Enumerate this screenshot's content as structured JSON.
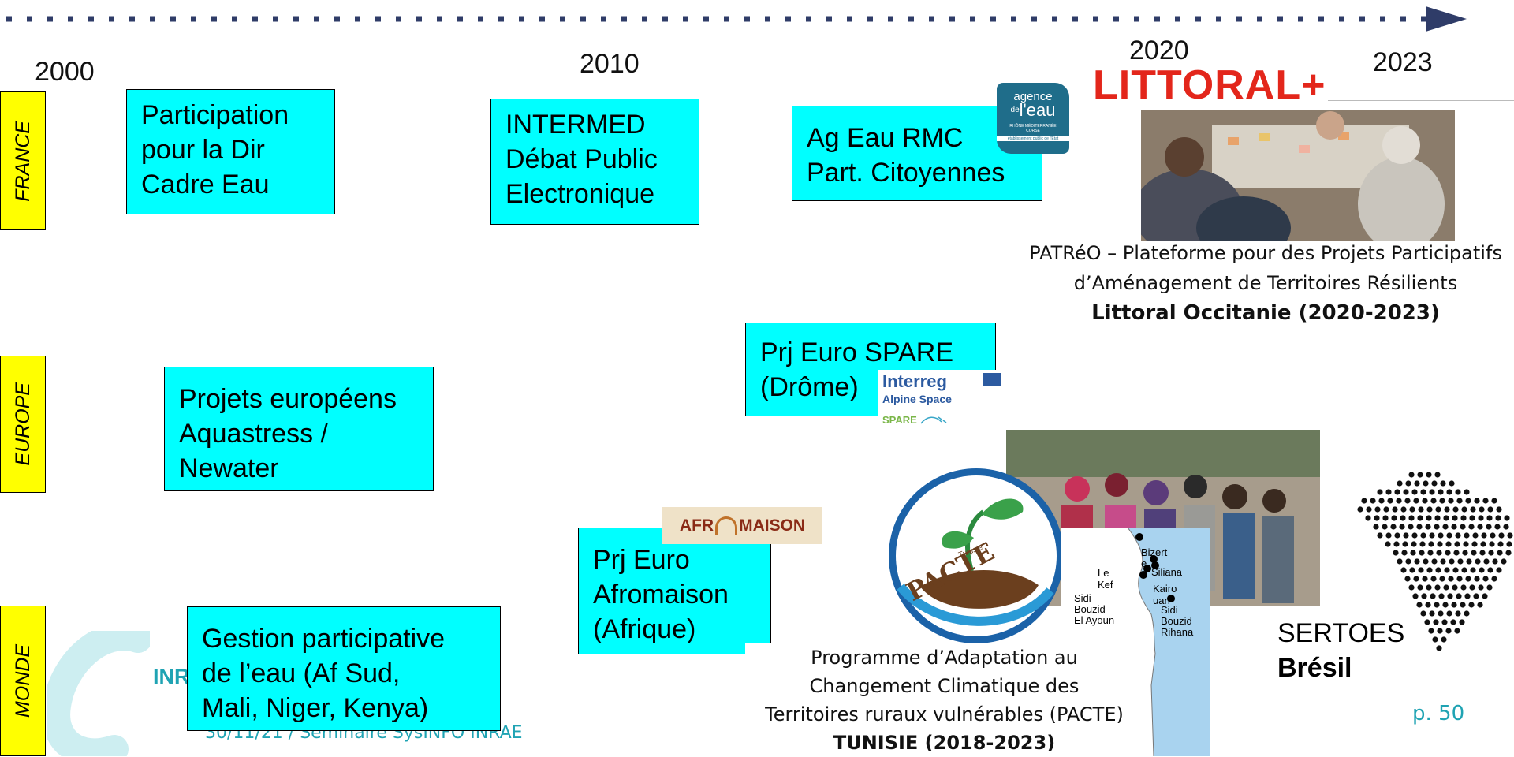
{
  "timeline": {
    "years": [
      "2000",
      "2010",
      "2020",
      "2023"
    ]
  },
  "regions": [
    "FRANCE",
    "EUROPE",
    "MONDE"
  ],
  "boxes": {
    "france_1": "Participation\npour la Dir\nCadre Eau",
    "france_2": "INTERMED\nDébat Public\nElectronique",
    "france_3": "Ag Eau RMC\nPart. Citoyennes",
    "europe_1": "Projets européens\nAquastress /\nNewater",
    "europe_2": "Prj Euro SPARE\n(Drôme)",
    "monde_1": "Gestion participative\nde l’eau (Af Sud,\nMali, Niger, Kenya)",
    "monde_2": "Prj Euro\nAfromaison\n(Afrique)"
  },
  "logos": {
    "littoral": "LITTORAL+",
    "agence_1": "agence",
    "agence_2": "de",
    "agence_3": "l'eau",
    "agence_4": "RHÔNE MÉDITERRANÉE",
    "agence_5": "CORSE",
    "agence_6": "établissement public de l'État",
    "interreg_1": "Interreg",
    "interreg_2": "Alpine Space",
    "spare": "SPARE",
    "afromaison_1": "AFR",
    "afromaison_2": "MAISON",
    "pacte": "PACTE",
    "pacte_sub": "Tunisie"
  },
  "captions": {
    "patreo_line1": "PATRéO – Plateforme pour des Projets Participatifs",
    "patreo_line2": "d’Aménagement de Territoires Résilients",
    "patreo_bold": "Littoral Occitanie (2020-2023)",
    "pacte_line1": "Programme d’Adaptation au",
    "pacte_line2": "Changement Climatique des",
    "pacte_line3": "Territoires ruraux vulnérables (PACTE)",
    "pacte_bold": "TUNISIE (2018-2023)",
    "sertoes": "SERTOES",
    "bresil": "Brésil"
  },
  "map_labels": [
    "Bizert",
    "e",
    "Siliana",
    "Le",
    "Kef",
    "Kairo",
    "uan",
    "Sidi",
    "Bouzid",
    "El Ayoun",
    "Sidi",
    "Bouzid",
    "Rihana"
  ],
  "footer": {
    "brand": "INR",
    "date_line": "30/11/21 / Séminaire SysINFO INRAE",
    "page": "p. 50"
  },
  "colors": {
    "box": "#00ffff",
    "side": "#ffff00",
    "littoral": "#e3261b",
    "arrow": "#2f3c68",
    "page": "#1fa3b3"
  }
}
